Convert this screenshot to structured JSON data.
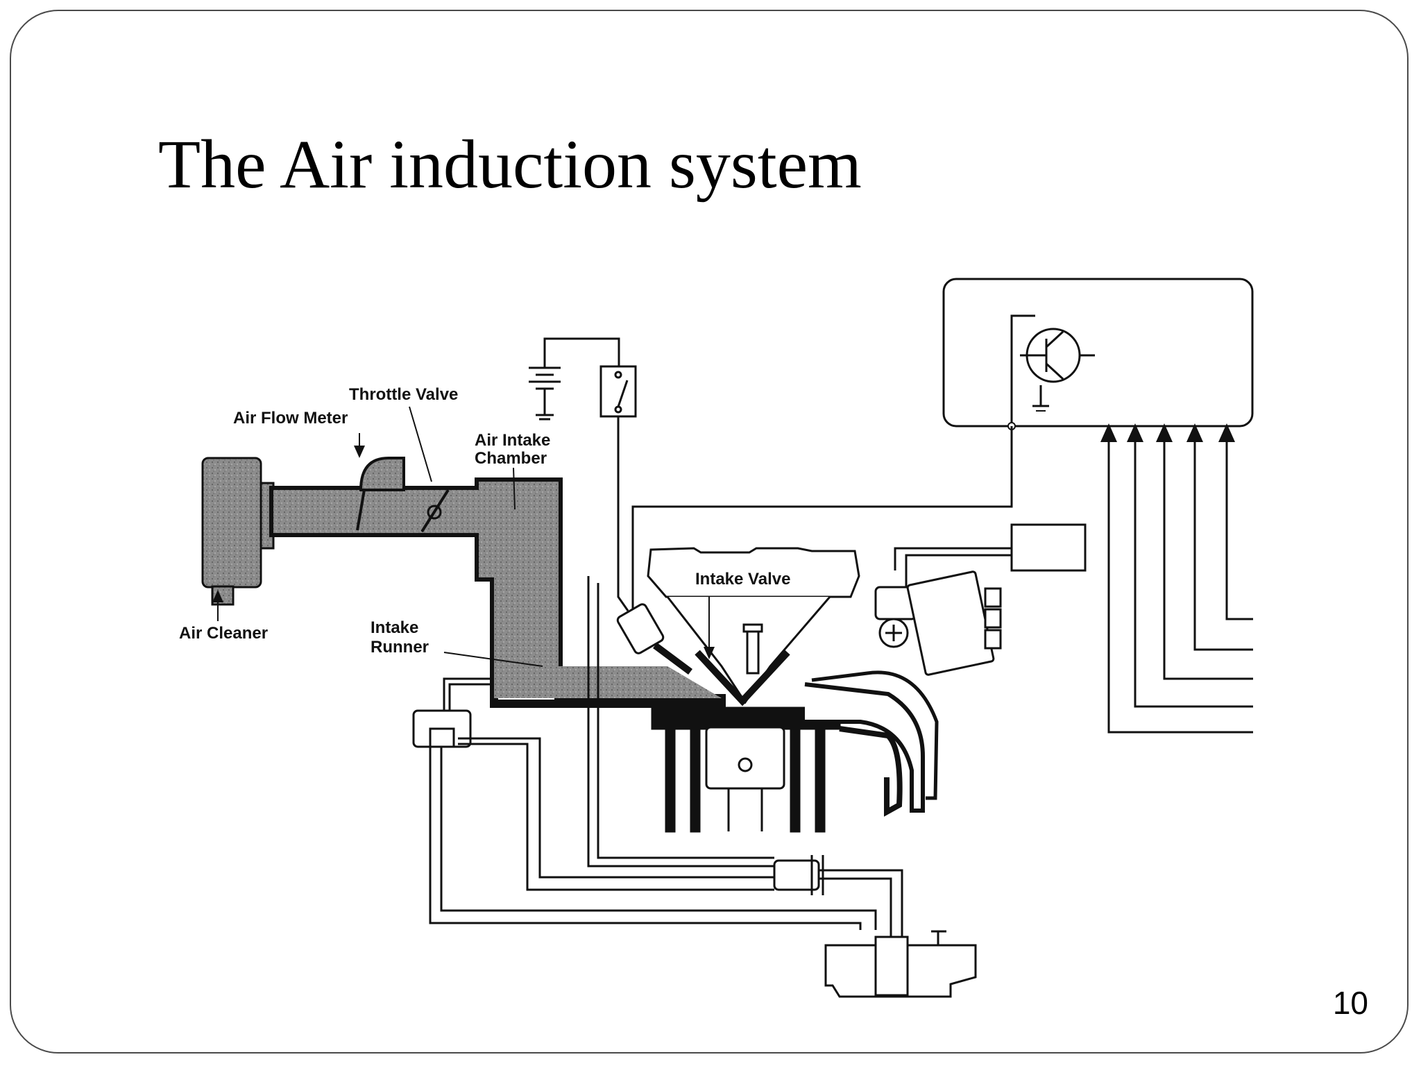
{
  "slide": {
    "title": "The Air induction system",
    "page_number": "10"
  },
  "labels": {
    "throttle_valve": "Throttle Valve",
    "air_flow_meter": "Air Flow Meter",
    "air_intake_chamber": "Air Intake Chamber",
    "air_intake_line1": "Air Intake",
    "air_intake_line2": "Chamber",
    "air_cleaner": "Air Cleaner",
    "intake_runner_line1": "Intake",
    "intake_runner_line2": "Runner",
    "intake_valve": "Intake Valve"
  },
  "colors": {
    "line": "#111111",
    "airflow_fill": "#8a8a8a"
  }
}
